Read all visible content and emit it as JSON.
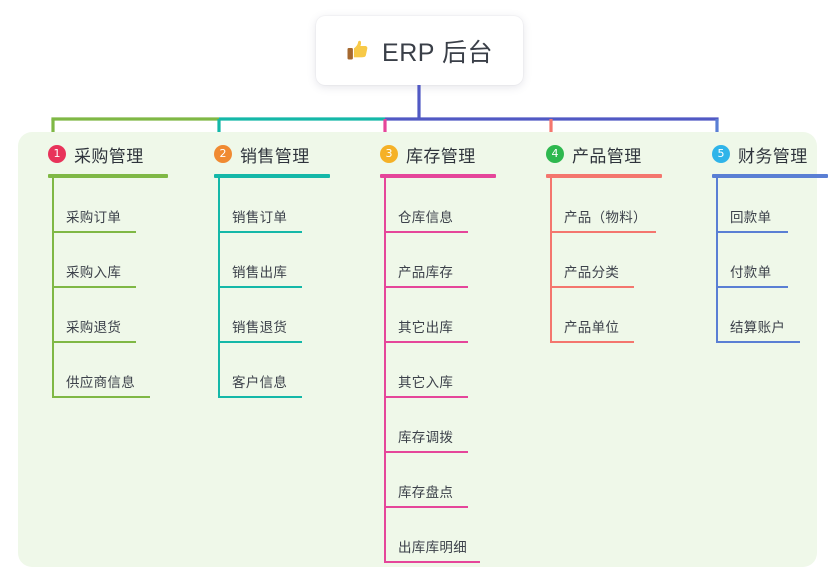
{
  "root": {
    "icon": "thumbs-up-icon",
    "title": "ERP 后台",
    "stem_color": "#5159c4"
  },
  "panel": {
    "background": "#eff8e9"
  },
  "columns": [
    {
      "number": "1",
      "label": "采购管理",
      "badge_color": "#e8335a",
      "accent": "#7fb845",
      "rule_width": 120,
      "items": [
        {
          "label": "采购订单",
          "rule_width": 84
        },
        {
          "label": "采购入库",
          "rule_width": 84
        },
        {
          "label": "采购退货",
          "rule_width": 84
        },
        {
          "label": "供应商信息",
          "rule_width": 98
        }
      ]
    },
    {
      "number": "2",
      "label": "销售管理",
      "badge_color": "#f08a32",
      "accent": "#14b8a8",
      "rule_width": 116,
      "items": [
        {
          "label": "销售订单",
          "rule_width": 84
        },
        {
          "label": "销售出库",
          "rule_width": 84
        },
        {
          "label": "销售退货",
          "rule_width": 84
        },
        {
          "label": "客户信息",
          "rule_width": 84
        }
      ]
    },
    {
      "number": "3",
      "label": "库存管理",
      "badge_color": "#f5b127",
      "accent": "#e5469a",
      "rule_width": 116,
      "items": [
        {
          "label": "仓库信息",
          "rule_width": 84
        },
        {
          "label": "产品库存",
          "rule_width": 84
        },
        {
          "label": "其它出库",
          "rule_width": 84
        },
        {
          "label": "其它入库",
          "rule_width": 84
        },
        {
          "label": "库存调拨",
          "rule_width": 84
        },
        {
          "label": "库存盘点",
          "rule_width": 84
        },
        {
          "label": "出库库明细",
          "rule_width": 96
        }
      ]
    },
    {
      "number": "4",
      "label": "产品管理",
      "badge_color": "#2eb84f",
      "accent": "#f4766e",
      "rule_width": 116,
      "items": [
        {
          "label": "产品（物料）",
          "rule_width": 106
        },
        {
          "label": "产品分类",
          "rule_width": 84
        },
        {
          "label": "产品单位",
          "rule_width": 84
        }
      ]
    },
    {
      "number": "5",
      "label": "财务管理",
      "badge_color": "#2fb4e9",
      "accent": "#5a7fd4",
      "rule_width": 116,
      "items": [
        {
          "label": "回款单",
          "rule_width": 72
        },
        {
          "label": "付款单",
          "rule_width": 72
        },
        {
          "label": "结算账户",
          "rule_width": 84
        }
      ]
    }
  ]
}
